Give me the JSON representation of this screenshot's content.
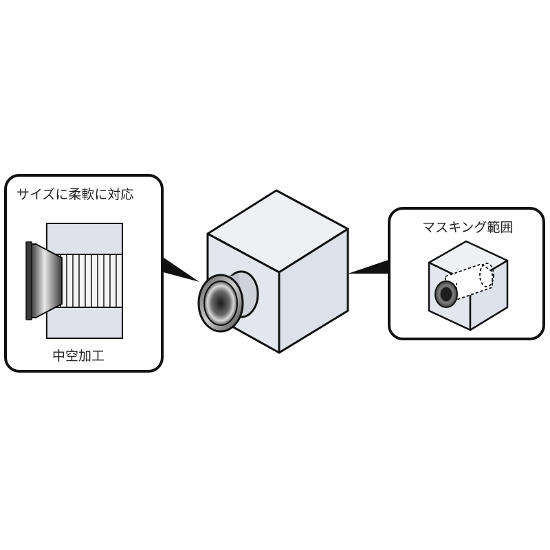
{
  "left_panel": {
    "title": "サイズに柔軟に対応",
    "caption": "中空加工"
  },
  "right_panel": {
    "title": "マスキング範囲"
  },
  "colors": {
    "outline": "#111111",
    "cube_face_light": "#e6e9ef",
    "cube_face_top": "#eef0f4",
    "cube_face_side": "#d9dde6",
    "metal_dark": "#3a3a3a",
    "metal_light": "#d6d6d6"
  }
}
